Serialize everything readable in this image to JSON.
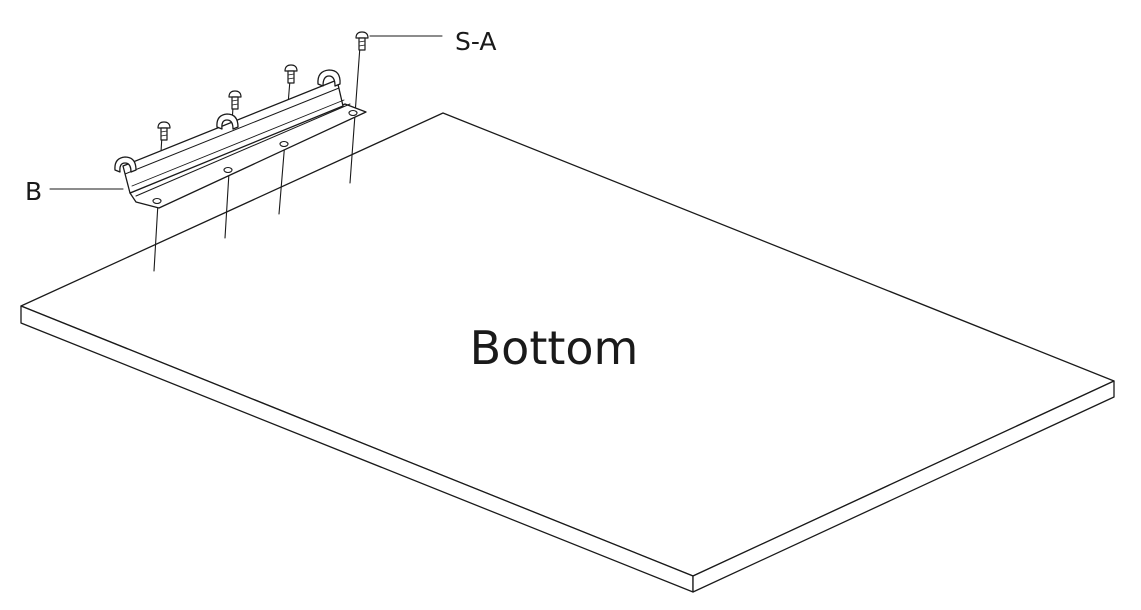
{
  "diagram": {
    "panel_label": "Bottom",
    "callouts": {
      "bracket": "B",
      "screw": "S-A"
    },
    "screw_count": 4,
    "line_color": "#1a1a1a",
    "background": "#ffffff"
  }
}
